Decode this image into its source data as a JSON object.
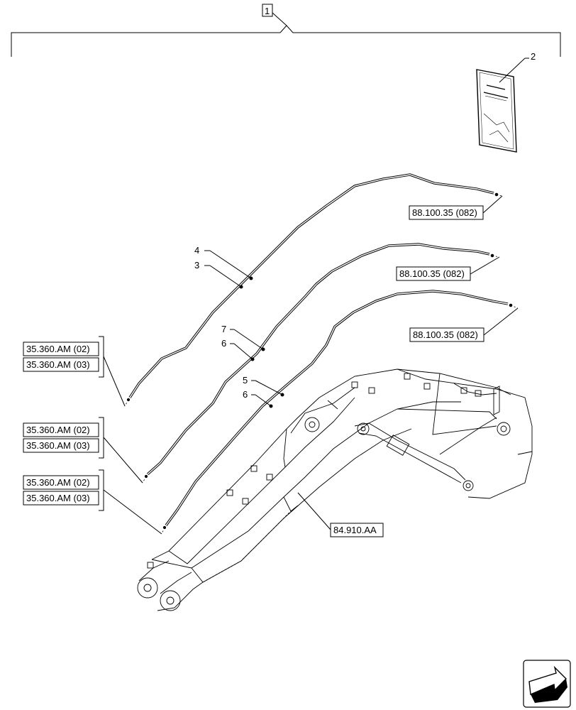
{
  "callouts": {
    "item_1": "1",
    "item_2": "2",
    "item_3": "3",
    "item_4": "4",
    "item_5": "5",
    "item_6a": "6",
    "item_6b": "6",
    "item_7": "7"
  },
  "references": {
    "ref_88_a": "88.100.35 (082)",
    "ref_88_b": "88.100.35 (082)",
    "ref_88_c": "88.100.35 (082)",
    "ref_35_a1": "35.360.AM (02)",
    "ref_35_a2": "35.360.AM (03)",
    "ref_35_b1": "35.360.AM (02)",
    "ref_35_b2": "35.360.AM (03)",
    "ref_35_c1": "35.360.AM (02)",
    "ref_35_c2": "35.360.AM (03)",
    "ref_84": "84.910.AA"
  },
  "icons": {
    "manual": "manual-booklet-icon",
    "nav": "next-page-arrow-icon"
  }
}
